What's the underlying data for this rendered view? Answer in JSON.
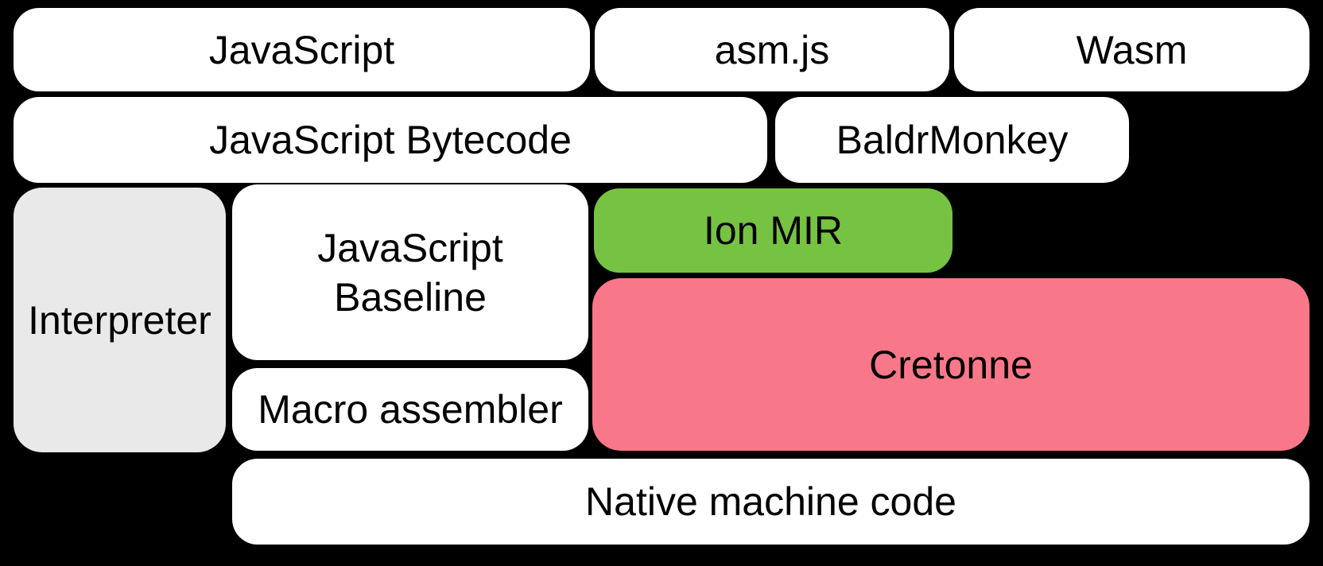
{
  "diagram": {
    "title": "SpiderMonkey compilation pipeline diagram",
    "background_color": "#000000",
    "text_color": "#000000",
    "colors": {
      "box_white": "#FFFFFF",
      "box_gray": "#E9E9E9",
      "box_green": "#76C343",
      "box_pink": "#F8788A"
    },
    "boxes": {
      "javascript": {
        "label": "JavaScript",
        "color": "#FFFFFF"
      },
      "asm_js": {
        "label": "asm.js",
        "color": "#FFFFFF"
      },
      "wasm": {
        "label": "Wasm",
        "color": "#FFFFFF"
      },
      "javascript_bytecode": {
        "label": "JavaScript Bytecode",
        "color": "#FFFFFF"
      },
      "baldrmonkey": {
        "label": "BaldrMonkey",
        "color": "#FFFFFF"
      },
      "interpreter": {
        "label": "Interpreter",
        "color": "#E9E9E9"
      },
      "javascript_baseline": {
        "label": "JavaScript\nBaseline",
        "color": "#FFFFFF"
      },
      "ion_mir": {
        "label": "Ion MIR",
        "color": "#76C343"
      },
      "cretonne": {
        "label": "Cretonne",
        "color": "#F8788A"
      },
      "macro_assembler": {
        "label": "Macro assembler",
        "color": "#FFFFFF"
      },
      "native_machine_code": {
        "label": "Native machine code",
        "color": "#FFFFFF"
      }
    }
  }
}
